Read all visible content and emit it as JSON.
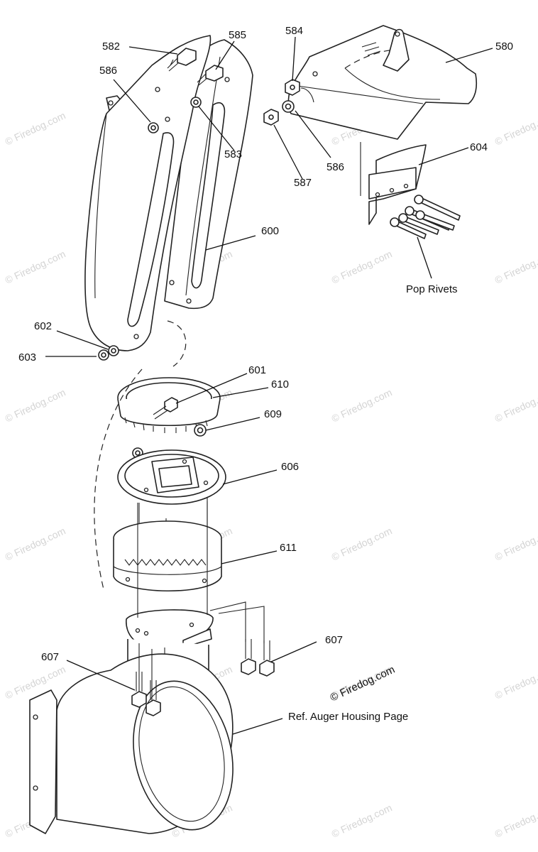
{
  "watermark": "© Firedog.com",
  "copyright": "© Firedog.com",
  "callouts": {
    "c580": "580",
    "c582": "582",
    "c583": "583",
    "c584": "584",
    "c585": "585",
    "c586a": "586",
    "c586b": "586",
    "c587": "587",
    "c600": "600",
    "c601": "601",
    "c602": "602",
    "c603": "603",
    "c604": "604",
    "c606": "606",
    "c607a": "607",
    "c607b": "607",
    "c609": "609",
    "c610": "610",
    "c611": "611"
  },
  "notes": {
    "pop_rivets": "Pop Rivets",
    "auger_ref": "Ref. Auger Housing Page"
  }
}
